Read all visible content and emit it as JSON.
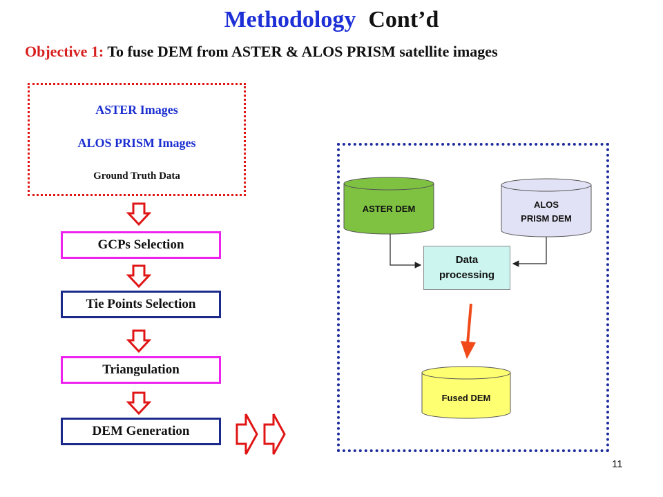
{
  "title": {
    "part1": "Methodology",
    "part2": "Cont’d"
  },
  "objective": {
    "label": "Objective 1:",
    "text": "To fuse DEM from ASTER & ALOS PRISM satellite images"
  },
  "inputs": {
    "line1": "ASTER Images",
    "line2": "ALOS PRISM Images",
    "line3": "Ground Truth Data"
  },
  "steps": [
    {
      "label": "GCPs Selection"
    },
    {
      "label": "Tie Points Selection"
    },
    {
      "label": "Triangulation"
    },
    {
      "label": "DEM Generation"
    }
  ],
  "fusion": {
    "aster_dem": "ASTER DEM",
    "alos_dem_line1": "ALOS",
    "alos_dem_line2": "PRISM DEM",
    "processing_line1": "Data",
    "processing_line2": "processing",
    "fused_dem": "Fused DEM"
  },
  "colors": {
    "title_blue": "#1d2fd6",
    "red": "#e01515",
    "magenta": "#ee22ee",
    "navy": "#1b2a8a",
    "aster_green": "#7fc242",
    "alos_lavender": "#e2e2f6",
    "processing_cyan": "#ccf5ef",
    "fused_yellow": "#ffff72",
    "arrow_orange": "#f04a1a"
  },
  "page_number": "11"
}
